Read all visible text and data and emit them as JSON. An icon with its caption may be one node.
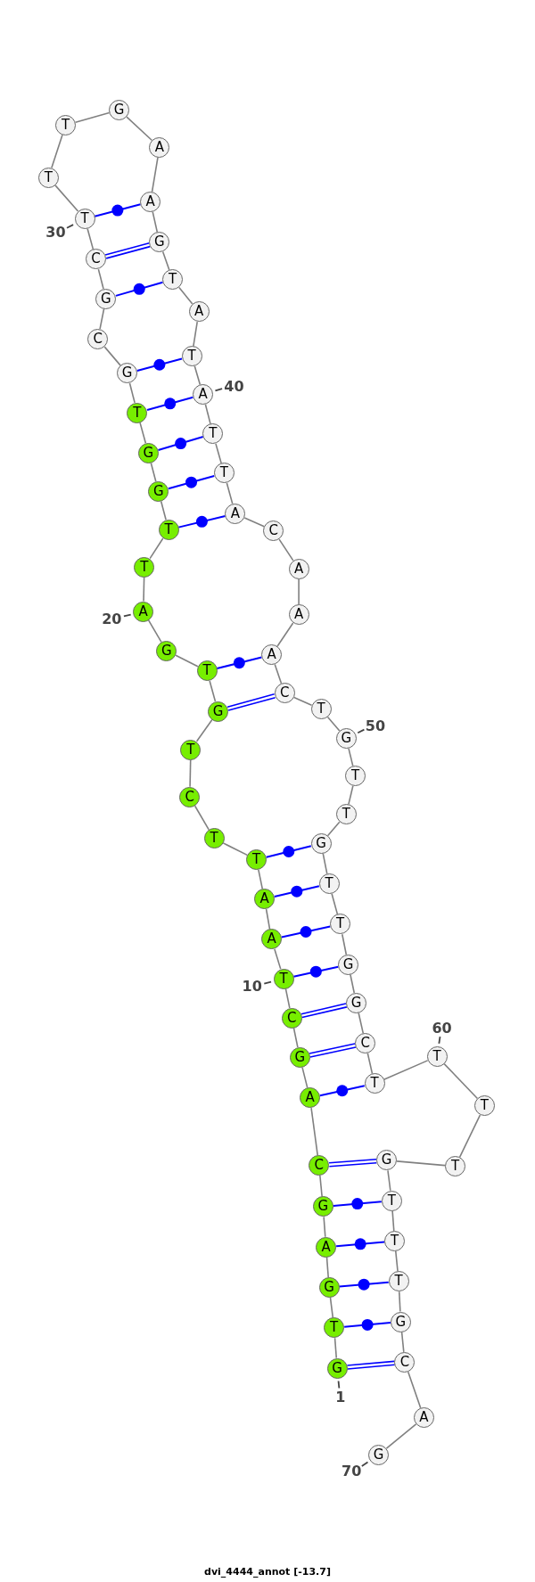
{
  "diagram": {
    "caption": "dvi_4444_annot [-13.7]",
    "nodes": [
      {
        "text": [
          "G"
        ],
        "beside": [
          "1"
        ]
      },
      {
        "text": [
          "T"
        ]
      },
      {
        "text": [
          "G"
        ]
      },
      {
        "text": [
          "A"
        ]
      },
      {
        "text": [
          "G"
        ]
      },
      {
        "text": [
          "C"
        ]
      },
      {
        "text": [
          "A"
        ]
      },
      {
        "text": [
          "G"
        ]
      },
      {
        "text": [
          "C"
        ]
      },
      {
        "text": [
          "T"
        ],
        "beside": [
          "10"
        ]
      },
      {
        "text": [
          "A"
        ]
      },
      {
        "text": [
          "A"
        ]
      },
      {
        "text": [
          "T"
        ]
      },
      {
        "text": [
          "T"
        ]
      },
      {
        "text": [
          "C"
        ]
      },
      {
        "text": [
          "T"
        ]
      },
      {
        "text": [
          "G"
        ]
      },
      {
        "text": [
          "T"
        ]
      },
      {
        "text": [
          "G"
        ]
      },
      {
        "text": [
          "A"
        ],
        "beside": [
          "20"
        ]
      },
      {
        "text": [
          "T"
        ]
      },
      {
        "text": [
          "T"
        ]
      },
      {
        "text": [
          "G"
        ]
      },
      {
        "text": [
          "G"
        ]
      },
      {
        "text": [
          "T"
        ]
      },
      {
        "text": [
          "G"
        ]
      },
      {
        "text": [
          "C"
        ]
      },
      {
        "text": [
          "G"
        ]
      },
      {
        "text": [
          "C"
        ]
      },
      {
        "text": [
          "T"
        ],
        "beside": [
          "30"
        ]
      },
      {
        "text": [
          "T"
        ]
      },
      {
        "text": [
          "T"
        ]
      },
      {
        "text": [
          "G"
        ]
      },
      {
        "text": [
          "A"
        ]
      },
      {
        "text": [
          "A"
        ]
      },
      {
        "text": [
          "G"
        ]
      },
      {
        "text": [
          "T"
        ]
      },
      {
        "text": [
          "A"
        ]
      },
      {
        "text": [
          "T"
        ]
      },
      {
        "text": [
          "A"
        ],
        "beside": [
          "40"
        ]
      },
      {
        "text": [
          "T"
        ]
      },
      {
        "text": [
          "T"
        ]
      },
      {
        "text": [
          "A"
        ]
      },
      {
        "text": [
          "C"
        ]
      },
      {
        "text": [
          "A"
        ]
      },
      {
        "text": [
          "A"
        ]
      },
      {
        "text": [
          "A"
        ]
      },
      {
        "text": [
          "C"
        ]
      },
      {
        "text": [
          "T"
        ]
      },
      {
        "text": [
          "G"
        ],
        "beside": [
          "50"
        ]
      },
      {
        "text": [
          "T"
        ]
      },
      {
        "text": [
          "T"
        ]
      },
      {
        "text": [
          "G"
        ]
      },
      {
        "text": [
          "T"
        ]
      },
      {
        "text": [
          "T"
        ]
      },
      {
        "text": [
          "G"
        ]
      },
      {
        "text": [
          "G"
        ]
      },
      {
        "text": [
          "C"
        ]
      },
      {
        "text": [
          "T"
        ]
      },
      {
        "text": [
          "T"
        ],
        "beside": [
          "60"
        ]
      },
      {
        "text": [
          "T"
        ]
      },
      {
        "text": [
          "T"
        ]
      },
      {
        "text": [
          "G"
        ]
      },
      {
        "text": [
          "T"
        ]
      },
      {
        "text": [
          "T"
        ]
      },
      {
        "text": [
          "T"
        ]
      },
      {
        "text": [
          "G"
        ]
      },
      {
        "text": [
          "C"
        ]
      },
      {
        "text": [
          "A"
        ]
      },
      {
        "text": [
          "G"
        ],
        "beside": [
          "70"
        ]
      }
    ],
    "edges": [
      {
        "from": 0,
        "to": 1,
        "arrow": "none"
      },
      {
        "from": 1,
        "to": 2,
        "arrow": "none"
      },
      {
        "from": 2,
        "to": 3,
        "arrow": "none"
      },
      {
        "from": 3,
        "to": 4,
        "arrow": "none"
      },
      {
        "from": 4,
        "to": 5,
        "arrow": "none"
      },
      {
        "from": 5,
        "to": 6,
        "arrow": "none"
      },
      {
        "from": 6,
        "to": 7,
        "arrow": "none"
      },
      {
        "from": 7,
        "to": 8,
        "arrow": "none"
      },
      {
        "from": 8,
        "to": 9,
        "arrow": "none"
      },
      {
        "from": 9,
        "to": 10,
        "arrow": "none"
      },
      {
        "from": 10,
        "to": 11,
        "arrow": "none"
      },
      {
        "from": 11,
        "to": 12,
        "arrow": "none"
      },
      {
        "from": 12,
        "to": 13,
        "arrow": "none"
      },
      {
        "from": 13,
        "to": 14,
        "arrow": "none"
      },
      {
        "from": 14,
        "to": 15,
        "arrow": "none"
      },
      {
        "from": 15,
        "to": 16,
        "arrow": "none"
      },
      {
        "from": 16,
        "to": 17,
        "arrow": "none"
      },
      {
        "from": 17,
        "to": 18,
        "arrow": "none"
      },
      {
        "from": 18,
        "to": 19,
        "arrow": "none"
      },
      {
        "from": 19,
        "to": 20,
        "arrow": "none"
      },
      {
        "from": 20,
        "to": 21,
        "arrow": "none"
      },
      {
        "from": 21,
        "to": 22,
        "arrow": "none"
      },
      {
        "from": 22,
        "to": 23,
        "arrow": "none"
      },
      {
        "from": 23,
        "to": 24,
        "arrow": "none"
      },
      {
        "from": 24,
        "to": 25,
        "arrow": "none"
      },
      {
        "from": 25,
        "to": 26,
        "arrow": "none"
      },
      {
        "from": 26,
        "to": 27,
        "arrow": "none"
      },
      {
        "from": 27,
        "to": 28,
        "arrow": "none"
      },
      {
        "from": 28,
        "to": 29,
        "arrow": "none"
      },
      {
        "from": 29,
        "to": 30,
        "arrow": "none"
      },
      {
        "from": 30,
        "to": 31,
        "arrow": "none"
      },
      {
        "from": 31,
        "to": 32,
        "arrow": "none"
      },
      {
        "from": 32,
        "to": 33,
        "arrow": "none"
      },
      {
        "from": 33,
        "to": 34,
        "arrow": "none"
      },
      {
        "from": 34,
        "to": 35,
        "arrow": "none"
      },
      {
        "from": 35,
        "to": 36,
        "arrow": "none"
      },
      {
        "from": 36,
        "to": 37,
        "arrow": "none"
      },
      {
        "from": 37,
        "to": 38,
        "arrow": "none"
      },
      {
        "from": 38,
        "to": 39,
        "arrow": "none"
      },
      {
        "from": 39,
        "to": 40,
        "arrow": "none"
      },
      {
        "from": 40,
        "to": 41,
        "arrow": "none"
      },
      {
        "from": 41,
        "to": 42,
        "arrow": "none"
      },
      {
        "from": 42,
        "to": 43,
        "arrow": "none"
      },
      {
        "from": 43,
        "to": 44,
        "arrow": "none"
      },
      {
        "from": 44,
        "to": 45,
        "arrow": "none"
      },
      {
        "from": 45,
        "to": 46,
        "arrow": "none"
      },
      {
        "from": 46,
        "to": 47,
        "arrow": "none"
      },
      {
        "from": 47,
        "to": 48,
        "arrow": "none"
      },
      {
        "from": 48,
        "to": 49,
        "arrow": "none"
      },
      {
        "from": 49,
        "to": 50,
        "arrow": "none"
      },
      {
        "from": 50,
        "to": 51,
        "arrow": "none"
      },
      {
        "from": 51,
        "to": 52,
        "arrow": "none"
      },
      {
        "from": 52,
        "to": 53,
        "arrow": "none"
      },
      {
        "from": 53,
        "to": 54,
        "arrow": "none"
      },
      {
        "from": 54,
        "to": 55,
        "arrow": "none"
      },
      {
        "from": 55,
        "to": 56,
        "arrow": "none"
      },
      {
        "from": 56,
        "to": 57,
        "arrow": "none"
      },
      {
        "from": 57,
        "to": 58,
        "arrow": "none"
      },
      {
        "from": 58,
        "to": 59,
        "arrow": "none"
      },
      {
        "from": 59,
        "to": 60,
        "arrow": "none"
      },
      {
        "from": 60,
        "to": 61,
        "arrow": "none"
      },
      {
        "from": 61,
        "to": 62,
        "arrow": "none"
      },
      {
        "from": 62,
        "to": 63,
        "arrow": "none"
      },
      {
        "from": 63,
        "to": 64,
        "arrow": "none"
      },
      {
        "from": 64,
        "to": 65,
        "arrow": "none"
      },
      {
        "from": 65,
        "to": 66,
        "arrow": "none"
      },
      {
        "from": 66,
        "to": 67,
        "arrow": "none"
      },
      {
        "from": 67,
        "to": 68,
        "arrow": "none"
      },
      {
        "from": 68,
        "to": 69,
        "arrow": "none"
      },
      {
        "from": 0,
        "to": 67,
        "arrow": "none",
        "color": "#0000ff"
      },
      {
        "from": 1,
        "to": 66,
        "arrow": "none",
        "color": "#0000ff"
      },
      {
        "from": 2,
        "to": 65,
        "arrow": "none",
        "color": "#0000ff"
      },
      {
        "from": 3,
        "to": 64,
        "arrow": "none",
        "color": "#0000ff"
      },
      {
        "from": 4,
        "to": 63,
        "arrow": "none",
        "color": "#0000ff"
      },
      {
        "from": 5,
        "to": 62,
        "arrow": "none",
        "color": "#0000ff"
      },
      {
        "from": 6,
        "to": 58,
        "arrow": "none",
        "color": "#0000ff"
      },
      {
        "from": 7,
        "to": 57,
        "arrow": "none",
        "color": "#0000ff"
      },
      {
        "from": 8,
        "to": 56,
        "arrow": "none",
        "color": "#0000ff"
      },
      {
        "from": 9,
        "to": 55,
        "arrow": "none",
        "color": "#0000ff"
      },
      {
        "from": 10,
        "to": 54,
        "arrow": "none",
        "color": "#0000ff"
      },
      {
        "from": 11,
        "to": 53,
        "arrow": "none",
        "color": "#0000ff"
      },
      {
        "from": 12,
        "to": 52,
        "arrow": "none",
        "color": "#0000ff"
      },
      {
        "from": 16,
        "to": 47,
        "arrow": "none",
        "color": "#0000ff"
      },
      {
        "from": 17,
        "to": 46,
        "arrow": "none",
        "color": "#0000ff"
      },
      {
        "from": 21,
        "to": 42,
        "arrow": "none",
        "color": "#0000ff"
      },
      {
        "from": 22,
        "to": 41,
        "arrow": "none",
        "color": "#0000ff"
      },
      {
        "from": 23,
        "to": 40,
        "arrow": "none",
        "color": "#0000ff"
      },
      {
        "from": 24,
        "to": 39,
        "arrow": "none",
        "color": "#0000ff"
      },
      {
        "from": 25,
        "to": 38,
        "arrow": "none",
        "color": "#0000ff"
      },
      {
        "from": 27,
        "to": 36,
        "arrow": "none",
        "color": "#0000ff"
      },
      {
        "from": 28,
        "to": 35,
        "arrow": "none",
        "color": "#0000ff"
      },
      {
        "from": 29,
        "to": 34,
        "arrow": "none",
        "color": "#0000ff"
      }
    ]
  }
}
